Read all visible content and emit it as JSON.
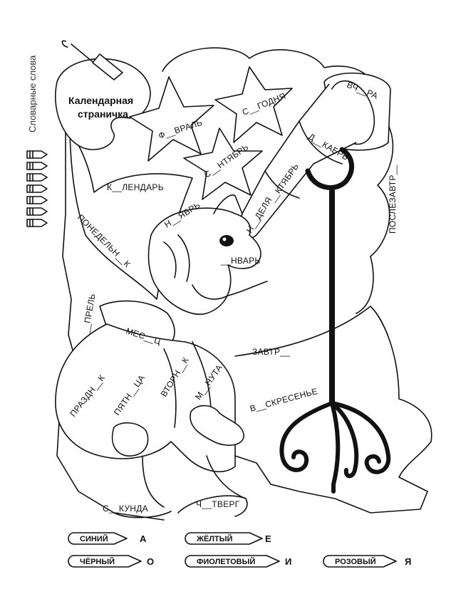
{
  "side_title": "Словарные слова",
  "title_line1": "Календарная",
  "title_line2": "страничка",
  "words": {
    "w1": "К__ЛЕНДАРЬ",
    "w2": "Ф__ВРАЛЬ",
    "w3": "С__ГОДНЯ",
    "w4": "ВЧ__РА",
    "w5": "Д__КАБРЬ",
    "w6": "С__НТЯБРЬ",
    "w7": "Н__ЯБРЬ",
    "w8": "Н__ДЕЛЯ",
    "w9": "__КТЯБРЬ",
    "w10": "ПОСЛЕЗАВТР__",
    "w11": "ПОНЕДЕЛЬН__К",
    "w12": "__НВАРЬ",
    "w13": "__ПРЕЛЬ",
    "w14": "МЕС__Ц",
    "w15": "ЗАВТР__",
    "w16": "ПРАЗДН__К",
    "w17": "ПЯТН__ЦА",
    "w18": "ВТОРН__К",
    "w19": "М__НУТА",
    "w20": "В__СКРЕСЕНЬЕ",
    "w21": "С__КУНДА",
    "w22": "Ч__ТВЕРГ"
  },
  "legend": [
    {
      "color": "СИНИЙ",
      "letter": "А"
    },
    {
      "color": "ЖЁЛТЫЙ",
      "letter": "Е"
    },
    {
      "color": "ЧЁРНЫЙ",
      "letter": "О"
    },
    {
      "color": "ФИОЛЕТОВЫЙ",
      "letter": "И"
    },
    {
      "color": "РОЗОВЫЙ",
      "letter": "Я"
    }
  ]
}
